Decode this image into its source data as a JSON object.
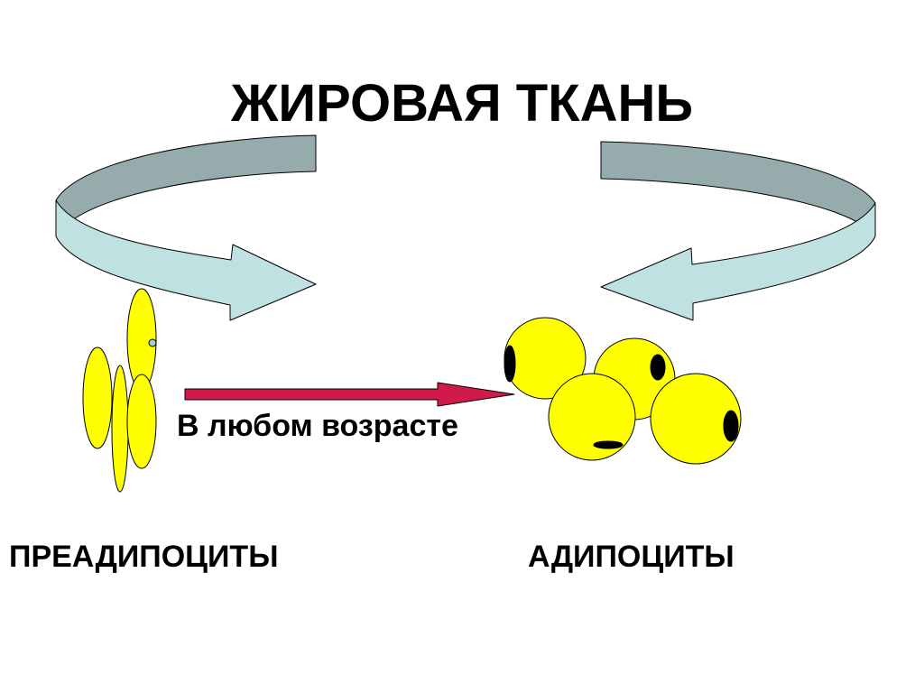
{
  "title": "ЖИРОВАЯ ТКАНЬ",
  "labels": {
    "transition": "В любом возрасте",
    "preadipocytes": "ПРЕАДИПОЦИТЫ",
    "adipocytes": "АДИПОЦИТЫ"
  },
  "colors": {
    "cell_fill": "#ffff00",
    "nucleus": "#000000",
    "ribbon_top": "#96abab",
    "ribbon_arrow": "#bfe1e1",
    "transition_arrow": "#d01a4a",
    "outline": "#000000"
  }
}
